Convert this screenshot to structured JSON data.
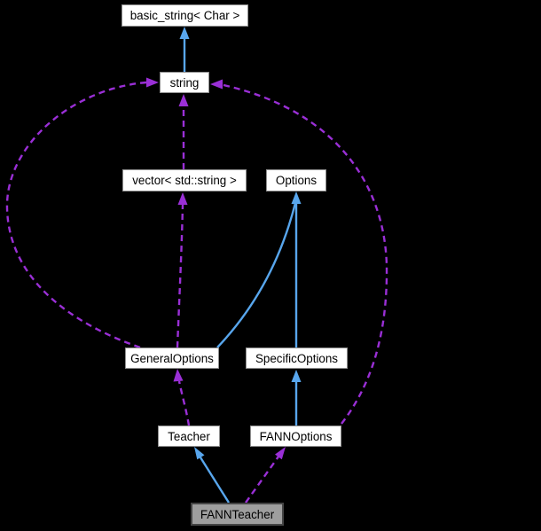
{
  "diagram": {
    "kind": "doxygen-collaboration-graph",
    "background_color": "#000000",
    "nodes": [
      {
        "id": "basic_string",
        "label": "basic_string< Char >",
        "current": false
      },
      {
        "id": "string",
        "label": "string",
        "current": false
      },
      {
        "id": "vector",
        "label": "vector< std::string >",
        "current": false
      },
      {
        "id": "options",
        "label": "Options",
        "current": false
      },
      {
        "id": "general_options",
        "label": "GeneralOptions",
        "current": false
      },
      {
        "id": "specific_options",
        "label": "SpecificOptions",
        "current": false
      },
      {
        "id": "teacher",
        "label": "Teacher",
        "current": false
      },
      {
        "id": "fann_options",
        "label": "FANNOptions",
        "current": false
      },
      {
        "id": "fann_teacher",
        "label": "FANNTeacher",
        "current": true
      }
    ],
    "edges": [
      {
        "from": "string",
        "to": "basic_string",
        "type": "public-inheritance",
        "style": "solid-blue"
      },
      {
        "from": "vector",
        "to": "string",
        "type": "usage",
        "style": "dashed-purple"
      },
      {
        "from": "general_options",
        "to": "string",
        "type": "usage",
        "style": "dashed-purple"
      },
      {
        "from": "fann_options",
        "to": "string",
        "type": "usage",
        "style": "dashed-purple"
      },
      {
        "from": "general_options",
        "to": "vector",
        "type": "usage",
        "style": "dashed-purple"
      },
      {
        "from": "general_options",
        "to": "options",
        "type": "public-inheritance",
        "style": "solid-blue"
      },
      {
        "from": "specific_options",
        "to": "options",
        "type": "public-inheritance",
        "style": "solid-blue"
      },
      {
        "from": "fann_options",
        "to": "specific_options",
        "type": "public-inheritance",
        "style": "solid-blue"
      },
      {
        "from": "teacher",
        "to": "general_options",
        "type": "usage",
        "style": "dashed-purple"
      },
      {
        "from": "fann_teacher",
        "to": "teacher",
        "type": "public-inheritance",
        "style": "solid-blue"
      },
      {
        "from": "fann_teacher",
        "to": "fann_options",
        "type": "usage",
        "style": "dashed-purple"
      }
    ],
    "colors": {
      "inheritance_edge": "#58a6ed",
      "usage_edge": "#9a2fd6",
      "node_fill": "#ffffff",
      "node_border": "#909090",
      "node_text": "#000000",
      "current_node_fill": "#9e9e9e",
      "current_node_border": "#454545",
      "background": "#000000"
    }
  }
}
